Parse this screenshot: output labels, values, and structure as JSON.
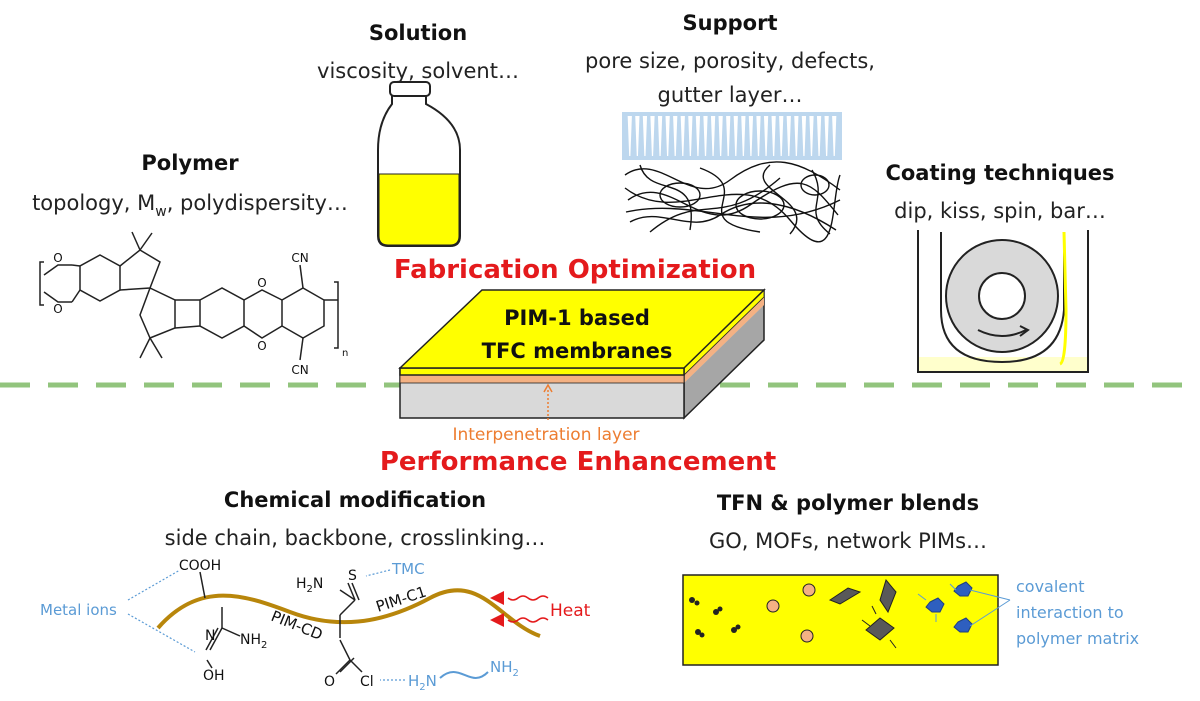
{
  "headings": {
    "fabrication": "Fabrication Optimization",
    "performance": "Performance Enhancement"
  },
  "membrane": {
    "line1": "PIM-1 based",
    "line2": "TFC membranes",
    "interlayer_label": "Interpenetration layer"
  },
  "polymer": {
    "title": "Polymer",
    "subtitle_pre": "topology, M",
    "subtitle_sub": "w",
    "subtitle_post": ", polydispersity…",
    "cn_top": "CN",
    "cn_bottom": "CN",
    "o": "O",
    "n": "n"
  },
  "solution": {
    "title": "Solution",
    "subtitle": "viscosity, solvent…"
  },
  "support": {
    "title": "Support",
    "subtitle1": "pore size, porosity, defects,",
    "subtitle2": "gutter layer…"
  },
  "coating": {
    "title": "Coating techniques",
    "subtitle": "dip, kiss, spin, bar…"
  },
  "chemical": {
    "title": "Chemical modification",
    "subtitle": "side chain, backbone, crosslinking…",
    "cooh": "COOH",
    "metal_ions": "Metal ions",
    "tmc": "TMC",
    "heat": "Heat",
    "pim_cd": "PIM-CD",
    "pim_c1": "PIM-C1",
    "h2n": "H",
    "h2n_sub": "2",
    "h2n_n": "N",
    "s": "S",
    "n": "N",
    "o": "O",
    "oh": "OH",
    "nh2": "NH",
    "nh2_sub": "2",
    "cl": "Cl",
    "o2": "O",
    "diamine_left": "H",
    "diamine_left_sub": "2",
    "diamine_left_n": "N",
    "diamine_right": "NH",
    "diamine_right_sub": "2"
  },
  "tfn": {
    "title": "TFN & polymer blends",
    "subtitle": "GO, MOFs, network PIMs…",
    "note1": "covalent",
    "note2": "interaction to",
    "note3": "polymer matrix"
  },
  "colors": {
    "red": "#e41a1c",
    "dash": "#92c47d",
    "yellow": "#ffff00",
    "blue": "#5b9bd5",
    "chain": "#b8860b"
  }
}
